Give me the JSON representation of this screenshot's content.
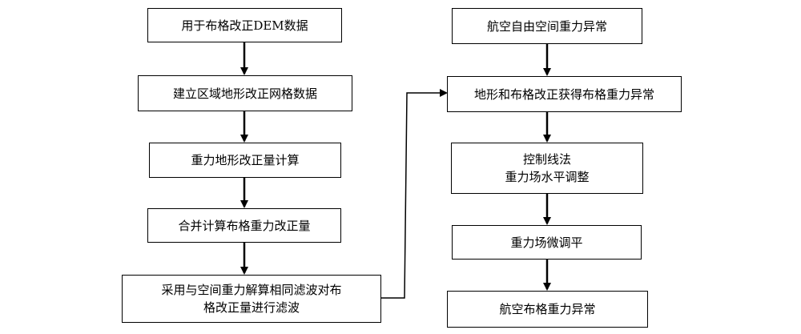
{
  "left_column": [
    {
      "id": "dem",
      "lines": [
        "用于布格改正DEM数据"
      ]
    },
    {
      "id": "grid",
      "lines": [
        "建立区域地形改正网格数据"
      ]
    },
    {
      "id": "terrain",
      "lines": [
        "重力地形改正量计算"
      ]
    },
    {
      "id": "merge",
      "lines": [
        "合并计算布格重力改正量"
      ]
    },
    {
      "id": "filter",
      "lines": [
        "采用与空间重力解算相同滤波对布",
        "格改正量进行滤波"
      ]
    }
  ],
  "right_column": [
    {
      "id": "freeair",
      "lines": [
        "航空自由空间重力异常"
      ]
    },
    {
      "id": "bouguer",
      "lines": [
        "地形和布格改正获得布格重力异常"
      ]
    },
    {
      "id": "control",
      "lines": [
        "控制线法",
        "重力场水平调整"
      ]
    },
    {
      "id": "micro",
      "lines": [
        "重力场微调平"
      ]
    },
    {
      "id": "result",
      "lines": [
        "航空布格重力异常"
      ]
    }
  ]
}
